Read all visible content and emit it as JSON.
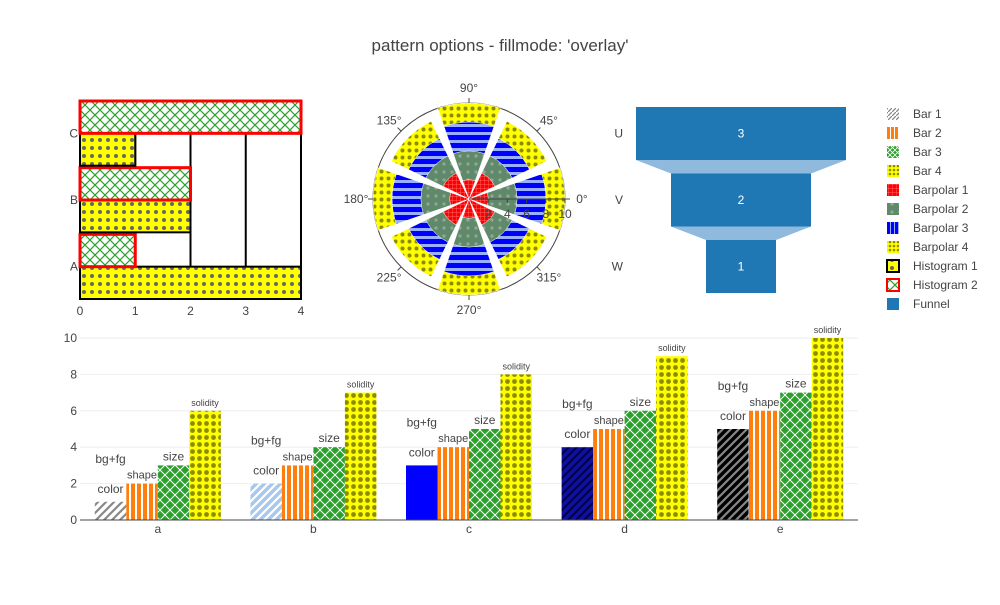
{
  "title": "pattern options - fillmode: 'overlay'",
  "colors": {
    "yellow": "#ffff00",
    "olive": "#8c8c00",
    "green": "#2ca02c",
    "orange": "#ff7f0e",
    "red": "#ff0000",
    "blue": "#0000ff",
    "steel": "#1f77b4",
    "gray": "#808080"
  },
  "legend": [
    {
      "name": "Bar 1",
      "icon": "hatched-gray-swatch"
    },
    {
      "name": "Bar 2",
      "icon": "striped-orange-swatch"
    },
    {
      "name": "Bar 3",
      "icon": "crosshatch-green-swatch"
    },
    {
      "name": "Bar 4",
      "icon": "dotted-olive-swatch"
    },
    {
      "name": "Barpolar 1",
      "icon": "grid-red-swatch"
    },
    {
      "name": "Barpolar 2",
      "icon": "dotted-gray-green-swatch"
    },
    {
      "name": "Barpolar 3",
      "icon": "vertical-striped-blue-swatch"
    },
    {
      "name": "Barpolar 4",
      "icon": "dotted-yellow-swatch"
    },
    {
      "name": "Histogram 1",
      "icon": "plus-yellow-swatch"
    },
    {
      "name": "Histogram 2",
      "icon": "crosshatch-green-red-swatch"
    },
    {
      "name": "Funnel",
      "icon": "solid-steel-swatch"
    }
  ],
  "chart_data": [
    {
      "type": "bar",
      "orientation": "horizontal",
      "categories": [
        "A",
        "B",
        "C"
      ],
      "xlim": [
        0,
        4
      ],
      "xticks": [
        "0",
        "1",
        "2",
        "3",
        "4"
      ],
      "series": [
        {
          "name": "Histogram 1",
          "values": [
            4,
            2,
            1
          ]
        },
        {
          "name": "Histogram 2",
          "values": [
            1,
            2,
            4
          ]
        }
      ]
    },
    {
      "type": "barpolar",
      "angular_ticks": [
        "0°",
        "45°",
        "90°",
        "135°",
        "180°",
        "225°",
        "270°",
        "315°"
      ],
      "radial_ticks": [
        "2",
        "4",
        "6",
        "8",
        "10"
      ],
      "series": [
        {
          "name": "Barpolar 1",
          "r": [
            2,
            3,
            2,
            3,
            2,
            3,
            2,
            3
          ]
        },
        {
          "name": "Barpolar 2",
          "r": [
            5,
            5,
            5,
            5,
            5,
            5,
            5,
            5
          ]
        },
        {
          "name": "Barpolar 3",
          "r": [
            8,
            7,
            8,
            7,
            8,
            7,
            8,
            7
          ]
        },
        {
          "name": "Barpolar 4",
          "r": [
            10,
            9,
            10,
            9,
            10,
            9,
            10,
            9
          ]
        }
      ]
    },
    {
      "type": "funnel",
      "categories": [
        "U",
        "V",
        "W"
      ],
      "values": [
        3,
        2,
        1
      ],
      "labels": [
        "3",
        "2",
        "1"
      ],
      "series_name": "Funnel"
    },
    {
      "type": "bar",
      "categories": [
        "a",
        "b",
        "c",
        "d",
        "e"
      ],
      "ylim": [
        0,
        10
      ],
      "yticks": [
        "0",
        "2",
        "4",
        "6",
        "8",
        "10"
      ],
      "series": [
        {
          "name": "Bar 1",
          "values": [
            1,
            2,
            3,
            4,
            5
          ],
          "upper_text": "bg+fg",
          "lower_text": "color"
        },
        {
          "name": "Bar 2",
          "values": [
            2,
            3,
            4,
            5,
            6
          ],
          "text": "shape"
        },
        {
          "name": "Bar 3",
          "values": [
            3,
            4,
            5,
            6,
            7
          ],
          "text": "size"
        },
        {
          "name": "Bar 4",
          "values": [
            6,
            7,
            8,
            9,
            10
          ],
          "text": "solidity"
        }
      ]
    }
  ]
}
